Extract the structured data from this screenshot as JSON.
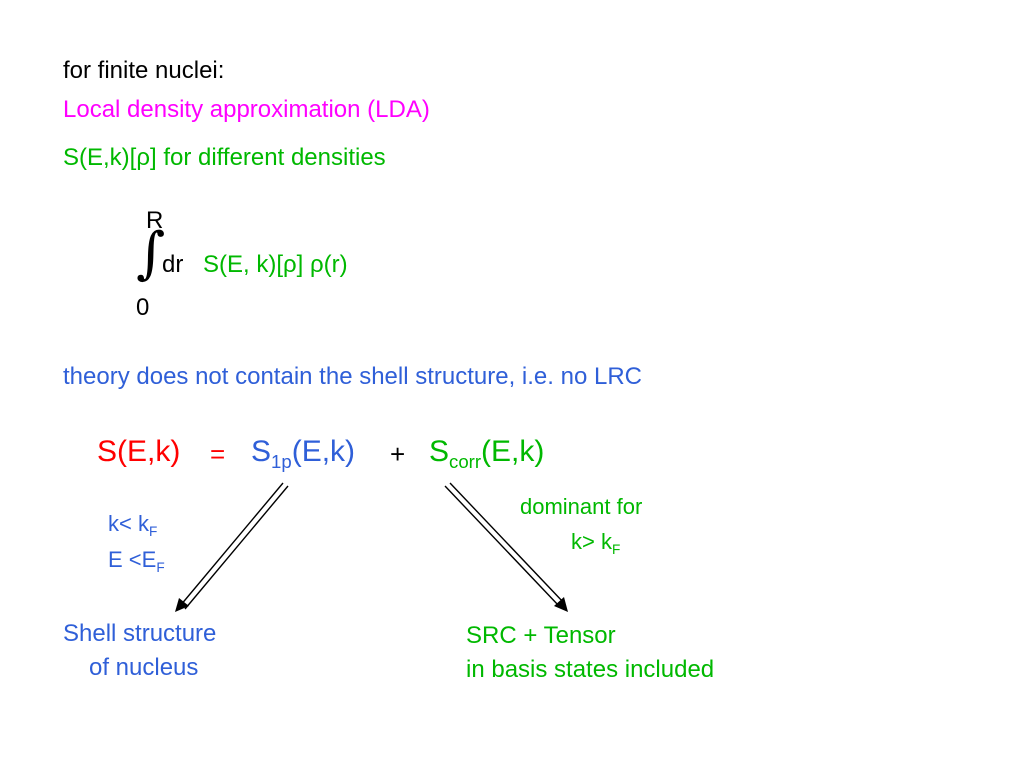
{
  "slide": {
    "intro": "for finite nuclei:",
    "lda_title": "Local density approximation (LDA)",
    "lda_spectral": "S(E,k)[ρ] for different densities",
    "integral": {
      "upper_limit": "R",
      "lower_limit": "0",
      "integral_sign": "∫",
      "differential": "dr",
      "integrand": "S(E, k)[ρ] ρ(r)"
    },
    "theory_note": "theory does not contain the shell structure, i.e. no LRC",
    "equation": {
      "lhs": "S(E,k)",
      "equals": "=",
      "term1_symbol": "S",
      "term1_sub": "1p",
      "term1_args": "(E,k)",
      "plus": "+",
      "term2_symbol": "S",
      "term2_sub": "corr",
      "term2_args": "(E,k)"
    },
    "left_condition": {
      "line1_main": "k< k",
      "line1_sub": "F",
      "line2_main": "E <E",
      "line2_sub": "F"
    },
    "right_condition": {
      "line1": "dominant for",
      "line2_main": "k> k",
      "line2_sub": "F"
    },
    "left_result": {
      "line1": "Shell structure",
      "line2": "of nucleus"
    },
    "right_result": {
      "line1": "SRC + Tensor",
      "line2": "in basis states included"
    },
    "colors": {
      "black": "#000000",
      "magenta": "#ff00ff",
      "green": "#00b800",
      "blue": "#2f5fd8",
      "red": "#ff0000"
    }
  }
}
